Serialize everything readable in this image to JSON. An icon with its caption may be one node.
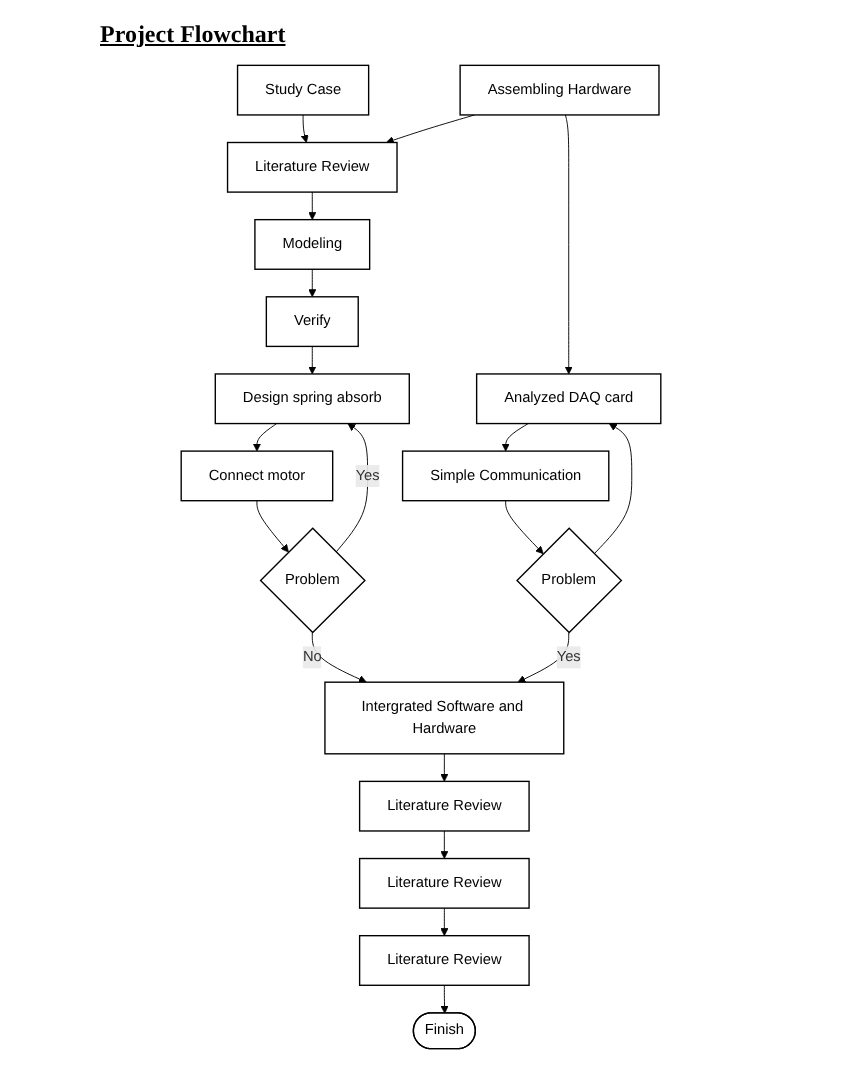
{
  "diagram": {
    "title": "Project Flowchart",
    "nodes": [
      {
        "text": [
          "Study Case"
        ]
      },
      {
        "text": [
          "Literature Review"
        ]
      },
      {
        "text": [
          "Modeling"
        ]
      },
      {
        "text": [
          "Assembling Hardware"
        ]
      },
      {
        "text": [
          "Verify"
        ]
      },
      {
        "text": [
          "Analyzed DAQ card"
        ]
      },
      {
        "text": [
          "Design spring absorb"
        ]
      },
      {
        "text": [
          "Simple Communication"
        ]
      },
      {
        "text": [
          "Connect motor"
        ]
      },
      {
        "text": [
          "Problem"
        ]
      },
      {
        "text": [
          "Intergrated Software and Hardware"
        ]
      },
      {
        "text": [
          "Problem"
        ]
      },
      {
        "text": [
          "Literature Review"
        ]
      },
      {
        "text": [
          "Literature Review"
        ]
      },
      {
        "text": [
          "Literature Review"
        ]
      },
      {
        "text": [
          "Finish"
        ]
      }
    ],
    "edges": [
      {
        "from": 0,
        "to": 1,
        "arrow": "to"
      },
      {
        "from": 1,
        "to": 2,
        "arrow": "to"
      },
      {
        "from": 3,
        "to": 1,
        "arrow": "to"
      },
      {
        "from": 2,
        "to": 4,
        "arrow": "to"
      },
      {
        "from": 3,
        "to": 5,
        "arrow": "to"
      },
      {
        "from": 4,
        "to": 6,
        "arrow": "to"
      },
      {
        "from": 5,
        "to": 7,
        "arrow": "to"
      },
      {
        "from": 6,
        "to": 8,
        "arrow": "to"
      },
      {
        "from": 7,
        "to": 11,
        "arrow": "to"
      },
      {
        "from": 8,
        "to": 9,
        "arrow": "to"
      },
      {
        "from": 9,
        "to": 6,
        "arrow": "to",
        "label": "Yes"
      },
      {
        "from": 9,
        "to": 10,
        "arrow": "to",
        "label": "No"
      },
      {
        "from": 11,
        "to": 10,
        "arrow": "to",
        "label": "Yes"
      },
      {
        "from": 11,
        "to": 5,
        "arrow": "to"
      },
      {
        "from": 10,
        "to": 12,
        "arrow": "to"
      },
      {
        "from": 12,
        "to": 13,
        "arrow": "to"
      },
      {
        "from": 13,
        "to": 14,
        "arrow": "to"
      },
      {
        "from": 14,
        "to": 15,
        "arrow": "to"
      }
    ]
  }
}
